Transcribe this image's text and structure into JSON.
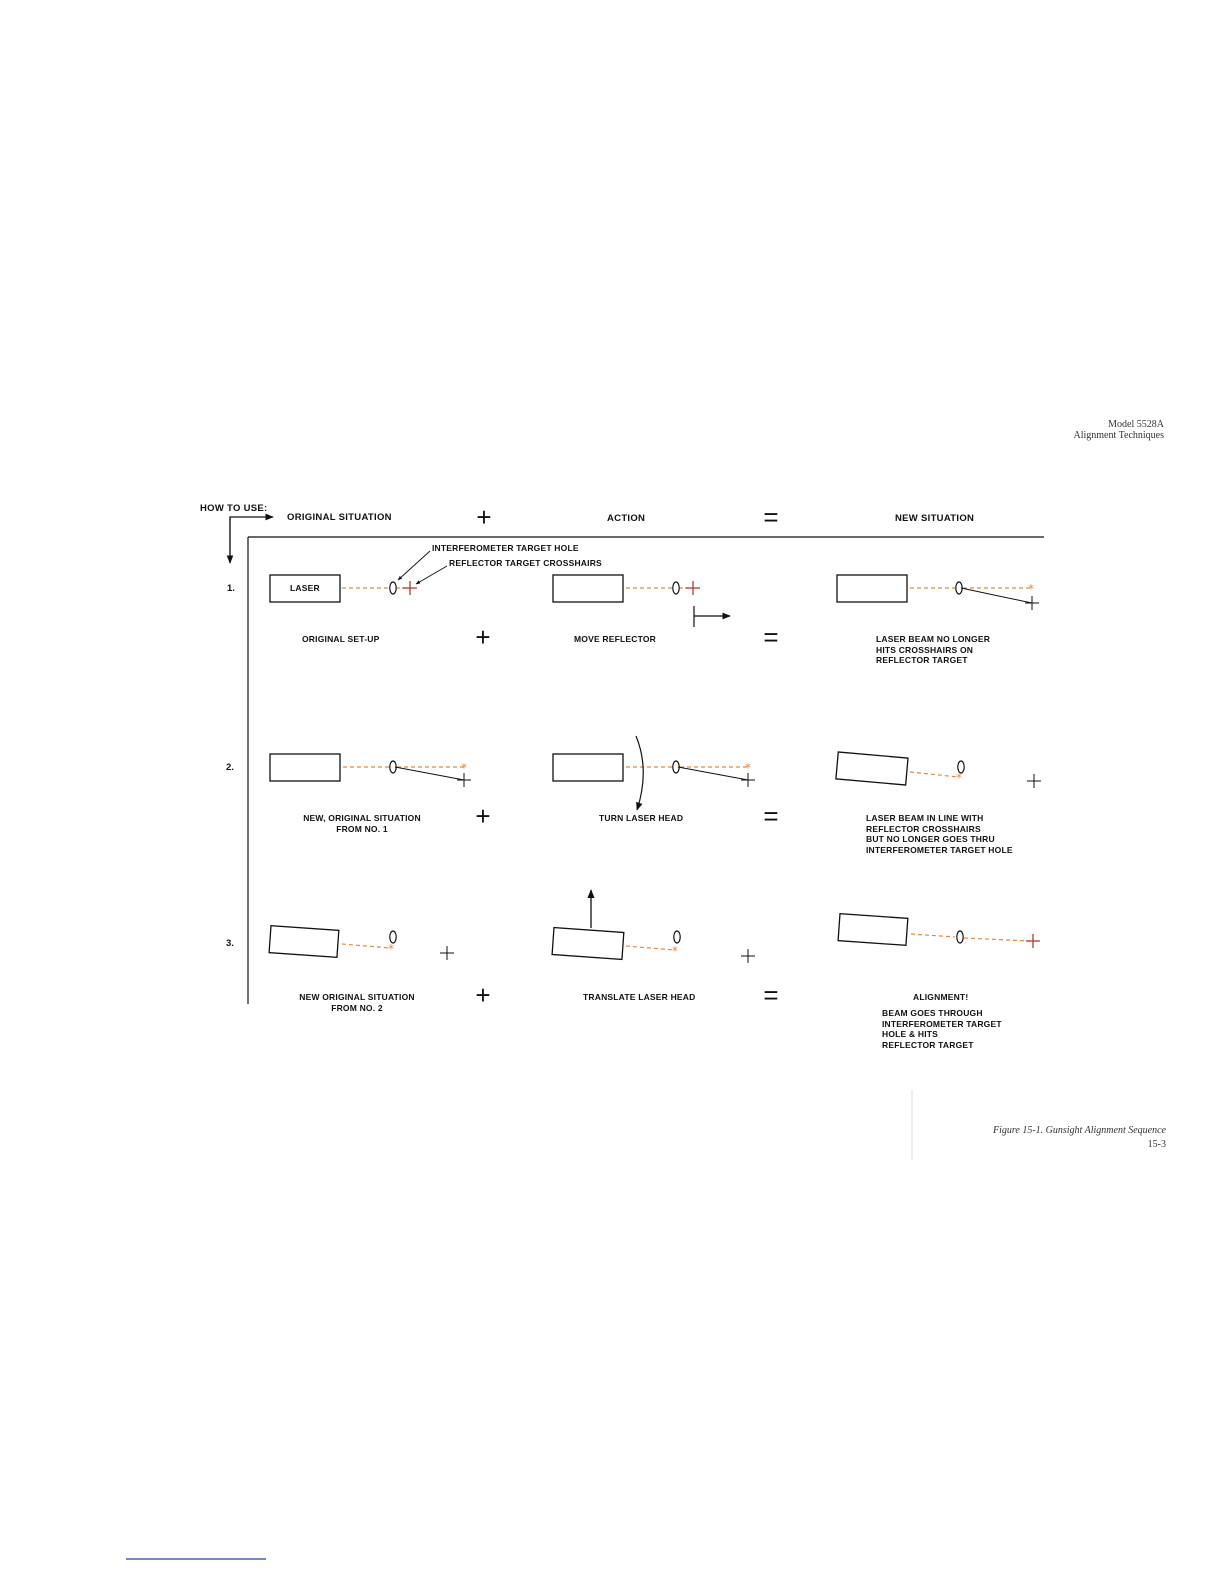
{
  "header": {
    "model": "Model 5528A",
    "section": "Alignment Techniques"
  },
  "how_to_use": "HOW TO USE:",
  "columns": {
    "original": "ORIGINAL SITUATION",
    "action": "ACTION",
    "new": "NEW SITUATION",
    "plus": "+",
    "equals": "="
  },
  "callouts": {
    "hole": "INTERFEROMETER TARGET HOLE",
    "crosshairs": "REFLECTOR TARGET CROSSHAIRS"
  },
  "laser_label": "LASER",
  "rows": [
    {
      "number": "1.",
      "original": [
        "ORIGINAL SET-UP"
      ],
      "action": [
        "MOVE REFLECTOR"
      ],
      "result": [
        "LASER BEAM NO LONGER",
        "HITS CROSSHAIRS ON",
        "REFLECTOR TARGET"
      ]
    },
    {
      "number": "2.",
      "original": [
        "NEW, ORIGINAL SITUATION",
        "FROM NO. 1"
      ],
      "action": [
        "TURN LASER HEAD"
      ],
      "result": [
        "LASER BEAM IN LINE WITH",
        "REFLECTOR CROSSHAIRS",
        "BUT NO LONGER GOES THRU",
        "INTERFEROMETER TARGET HOLE"
      ]
    },
    {
      "number": "3.",
      "original": [
        "NEW ORIGINAL SITUATION",
        "FROM NO. 2"
      ],
      "action": [
        "TRANSLATE LASER HEAD"
      ],
      "result": [
        "ALIGNMENT!"
      ],
      "result_detail": [
        "BEAM GOES THROUGH",
        "INTERFEROMETER TARGET",
        "HOLE & HITS",
        "REFLECTOR TARGET"
      ]
    }
  ],
  "figure_caption": "Figure 15-1. Gunsight Alignment Sequence",
  "page_number": "15-3",
  "colors": {
    "beam": "#e8893a",
    "ink": "#111111"
  }
}
